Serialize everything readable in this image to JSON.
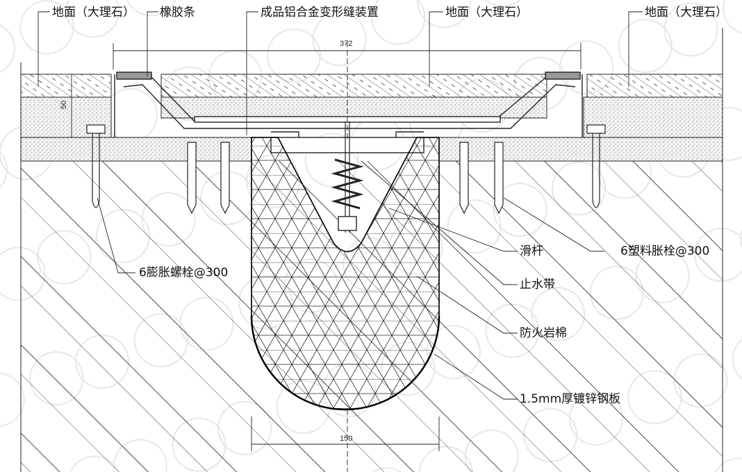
{
  "labels": {
    "floor_left": "地面（大理石）",
    "rubber_strip": "橡胶条",
    "device": "成品铝合金变形缝装置",
    "floor_mid": "地面（大理石）",
    "floor_right": "地面（大理石）",
    "slide_rod": "滑杆",
    "plastic_anchor": "6塑料胀栓@300",
    "expansion_bolt": "6膨胀螺栓@300",
    "waterstop": "止水带",
    "fire_wool": "防火岩棉",
    "steel_plate": "1.5mm厚镀锌钢板"
  },
  "dimensions": {
    "top_width": "372",
    "layer_height": "50",
    "gap_width": "150"
  },
  "colors": {
    "line": "#222222",
    "background": "#ffffff"
  }
}
